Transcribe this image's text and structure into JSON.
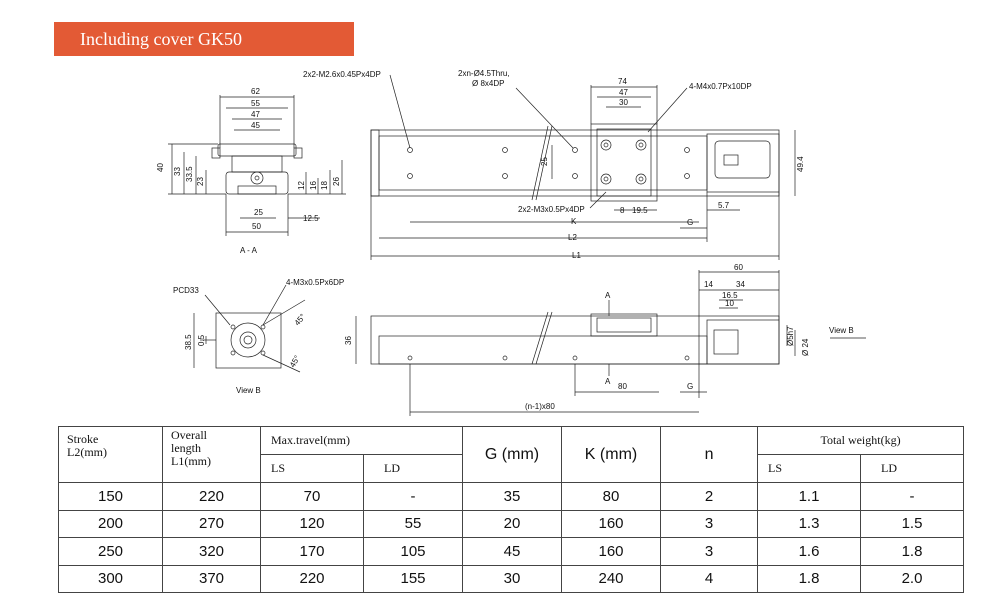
{
  "header": {
    "banner": "Including cover GK50"
  },
  "drawing": {
    "section_a": {
      "dims_top": [
        "62",
        "55",
        "47",
        "45"
      ],
      "dims_left": [
        "40",
        "33",
        "33.5",
        "23"
      ],
      "dims_right": [
        "12",
        "16",
        "18",
        "26"
      ],
      "dims_bottom": [
        "25",
        "12.5",
        "50"
      ],
      "caption": "A - A"
    },
    "top_view": {
      "callouts": [
        "2x2-M2.6x0.45Px4DP",
        "2xn-Ø4.5Thru,",
        "Ø 8x4DP",
        "4-M4x0.7Px10DP",
        "2x2-M3x0.5Px4DP"
      ],
      "dims": [
        "74",
        "47",
        "30",
        "25",
        "49.4",
        "8",
        "19.5",
        "5.7",
        "K",
        "G",
        "L2",
        "L1"
      ]
    },
    "view_b": {
      "callouts": [
        "PCD33",
        "4-M3x0.5Px6DP"
      ],
      "dims": [
        "38.5",
        "0.5",
        "45°",
        "45°"
      ],
      "caption": "View B"
    },
    "side_view": {
      "dims": [
        "60",
        "14",
        "34",
        "16.5",
        "10",
        "36",
        "Ø5h7",
        "Ø 24",
        "80",
        "G",
        "(n-1)x80"
      ],
      "section_marks": [
        "A",
        "A"
      ],
      "view_label": "View B"
    }
  },
  "table": {
    "headers": {
      "stroke": [
        "Stroke",
        "L2(mm)"
      ],
      "length": [
        "Overall",
        "length",
        "L1(mm)"
      ],
      "travel": "Max.travel(mm)",
      "g": "G (mm)",
      "k": "K (mm)",
      "n": "n",
      "weight": "Total weight(kg)",
      "ls": "LS",
      "ld": "LD",
      "ls2": "LS",
      "ld2": "LD"
    },
    "rows": [
      {
        "stroke": "150",
        "l1": "220",
        "ls": "70",
        "ld": "-",
        "g": "35",
        "k": "80",
        "n": "2",
        "wls": "1.1",
        "wld": "-"
      },
      {
        "stroke": "200",
        "l1": "270",
        "ls": "120",
        "ld": "55",
        "g": "20",
        "k": "160",
        "n": "3",
        "wls": "1.3",
        "wld": "1.5"
      },
      {
        "stroke": "250",
        "l1": "320",
        "ls": "170",
        "ld": "105",
        "g": "45",
        "k": "160",
        "n": "3",
        "wls": "1.6",
        "wld": "1.8"
      },
      {
        "stroke": "300",
        "l1": "370",
        "ls": "220",
        "ld": "155",
        "g": "30",
        "k": "240",
        "n": "4",
        "wls": "1.8",
        "wld": "2.0"
      }
    ]
  }
}
